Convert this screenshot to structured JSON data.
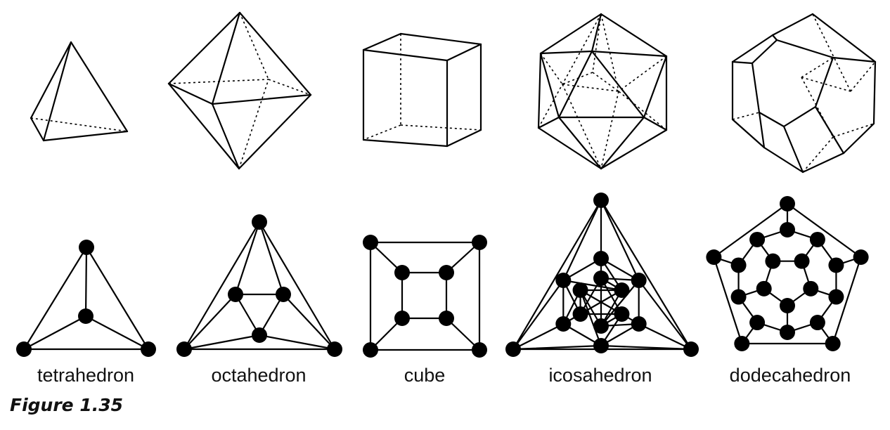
{
  "labels": {
    "tetrahedron": "tetrahedron",
    "octahedron": "octahedron",
    "cube": "cube",
    "icosahedron": "icosahedron",
    "dodecahedron": "dodecahedron"
  },
  "caption": "Figure 1.35",
  "colors": {
    "ink": "#000000",
    "background": "#ffffff"
  }
}
